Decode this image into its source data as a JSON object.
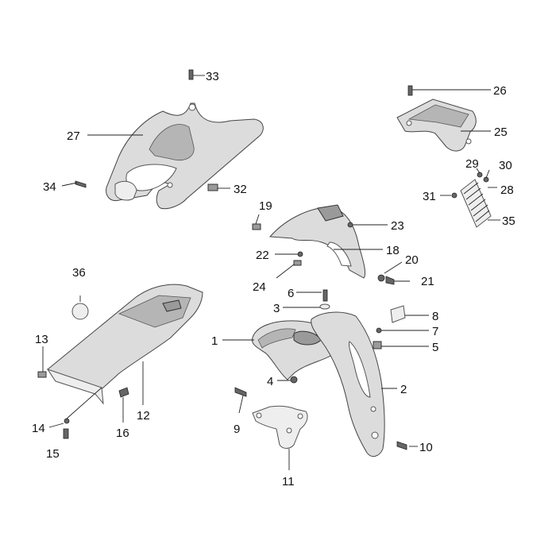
{
  "labels": {
    "l1": "1",
    "l2": "2",
    "l3": "3",
    "l4": "4",
    "l5": "5",
    "l6": "6",
    "l7": "7",
    "l8": "8",
    "l9": "9",
    "l10": "10",
    "l11": "11",
    "l12": "12",
    "l13": "13",
    "l14": "14",
    "l15": "15",
    "l16": "16",
    "l18": "18",
    "l19": "19",
    "l20": "20",
    "l21": "21",
    "l22": "22",
    "l23": "23",
    "l24": "24",
    "l25": "25",
    "l26": "26",
    "l27": "27",
    "l28": "28",
    "l29": "29",
    "l30": "30",
    "l31": "31",
    "l32": "32",
    "l33": "33",
    "l34": "34",
    "l35": "35",
    "l36": "36"
  }
}
